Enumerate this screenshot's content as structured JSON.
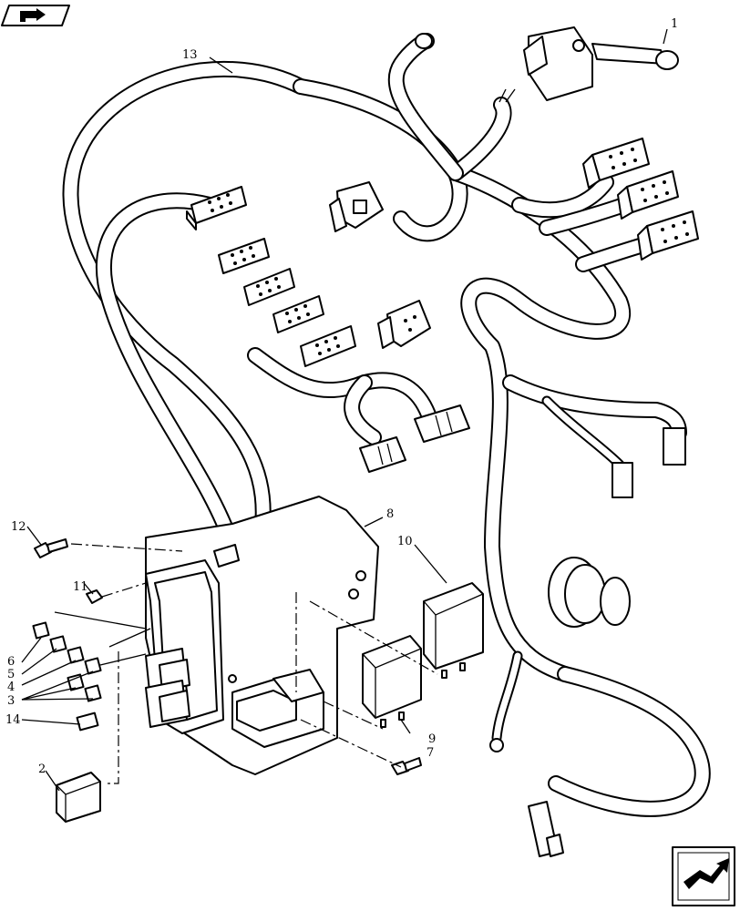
{
  "callouts": {
    "c1": "1",
    "c2": "2",
    "c3": "3",
    "c4": "4",
    "c5": "5",
    "c6": "6",
    "c7": "7",
    "c8": "8",
    "c9": "9",
    "c10": "10",
    "c11": "11",
    "c12": "12",
    "c13": "13",
    "c14": "14"
  },
  "icons": {
    "top_left": "book-arrow-icon",
    "bottom_right": "next-page-arrow-icon"
  }
}
